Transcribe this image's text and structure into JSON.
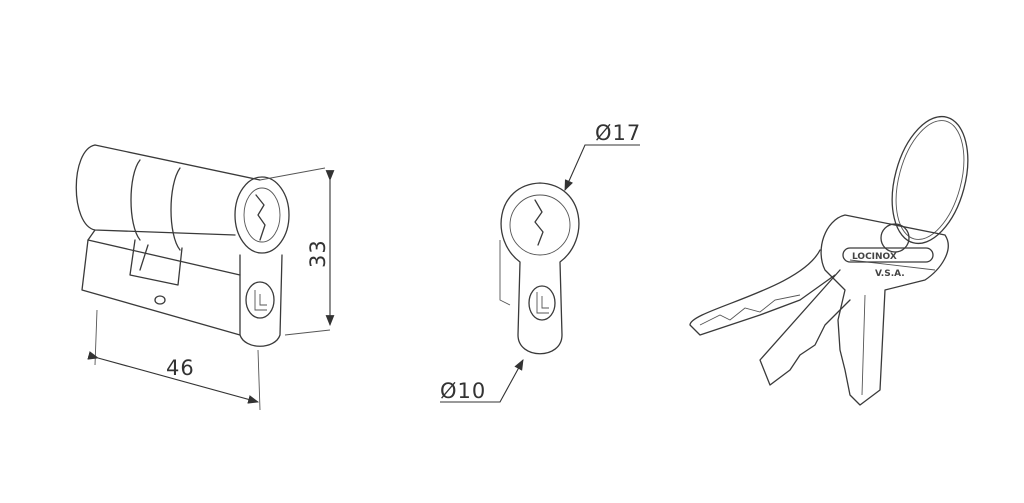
{
  "dimensions": {
    "length": "46",
    "height": "33",
    "diameter_large": "Ø17",
    "diameter_small": "Ø10"
  },
  "key_logo": {
    "brand": "LOCINOX",
    "subtitle": "V.S.A."
  },
  "colors": {
    "line": "#3a3a3a",
    "background": "#ffffff"
  }
}
